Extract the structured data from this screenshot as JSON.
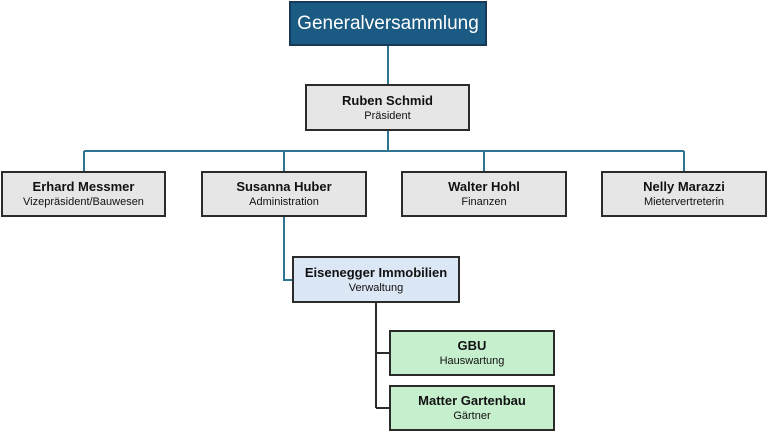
{
  "org": {
    "root": {
      "name": "Generalversammlung"
    },
    "president": {
      "name": "Ruben Schmid",
      "role": "Präsident"
    },
    "board": [
      {
        "name": "Erhard Messmer",
        "role": "Vizepräsident/Bauwesen"
      },
      {
        "name": "Susanna Huber",
        "role": "Administration"
      },
      {
        "name": "Walter Hohl",
        "role": "Finanzen"
      },
      {
        "name": "Nelly Marazzi",
        "role": "Mietervertreterin"
      }
    ],
    "management": {
      "name": "Eisenegger Immobilien",
      "role": "Verwaltung"
    },
    "contractors": [
      {
        "name": "GBU",
        "role": "Hauswartung"
      },
      {
        "name": "Matter Gartenbau",
        "role": "Gärtner"
      }
    ]
  },
  "colors": {
    "root_fill": "#1b5a82",
    "connector": "#2f7592",
    "box_grey": "#e6e6e6",
    "box_blue": "#dbe7f5",
    "box_green": "#c6efce"
  }
}
